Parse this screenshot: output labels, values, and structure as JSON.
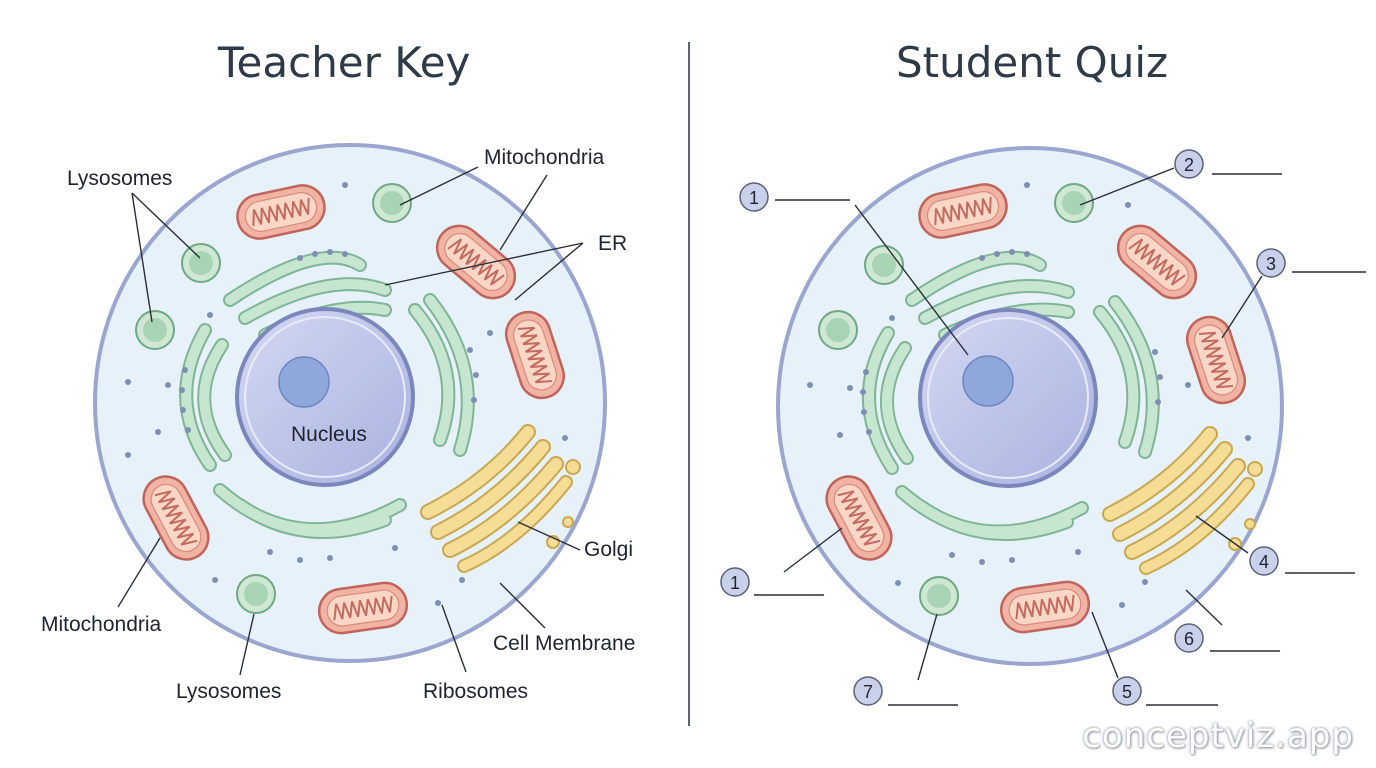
{
  "titles": {
    "left": "Teacher Key",
    "right": "Student Quiz"
  },
  "teacher_labels": {
    "lysosomes_top": "Lysosomes",
    "mitochondria_top": "Mitochondria",
    "er": "ER",
    "nucleus": "Nucleus",
    "golgi": "Golgi",
    "mitochondria_bottom": "Mitochondria",
    "cell_membrane": "Cell Membrane",
    "lysosomes_bottom": "Lysosomes",
    "ribosomes": "Ribosomes"
  },
  "quiz_markers": {
    "m1_top": "1",
    "m2": "2",
    "m3": "3",
    "m1_bottom": "1",
    "m4": "4",
    "m6": "6",
    "m7": "7",
    "m5": "5"
  },
  "watermark": "conceptviz.app",
  "colors": {
    "cytoplasm": "#e7f1f9",
    "membrane": "#9aa6cf",
    "nucleus": "#c3c9ec",
    "nucleolus": "#8fa8dc",
    "er": "#b9dcc4",
    "mitochondria": "#f1b3a4",
    "golgi": "#f6dd96",
    "lysosome": "#bfe0c6"
  }
}
